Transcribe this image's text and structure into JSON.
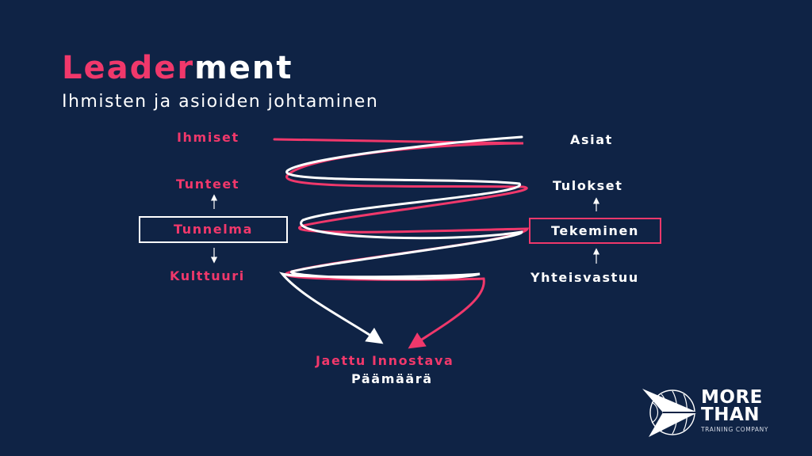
{
  "title": {
    "part1": "Leader",
    "part2": "ment"
  },
  "subtitle": "Ihmisten ja asioiden johtaminen",
  "left": {
    "top": "Ihmiset",
    "upper": "Tunteet",
    "box": "Tunnelma",
    "lower": "Kulttuuri"
  },
  "right": {
    "top": "Asiat",
    "upper": "Tulokset",
    "box": "Tekeminen",
    "lower": "Yhteisvastuu"
  },
  "goal": {
    "line1": "Jaettu Innostava",
    "line2": "Päämäärä"
  },
  "logo": {
    "line1": "MORE",
    "line2": "THAN",
    "tagline": "TRAINING COMPANY"
  },
  "colors": {
    "background": "#0f2345",
    "accent": "#f0386b",
    "text": "#ffffff"
  }
}
